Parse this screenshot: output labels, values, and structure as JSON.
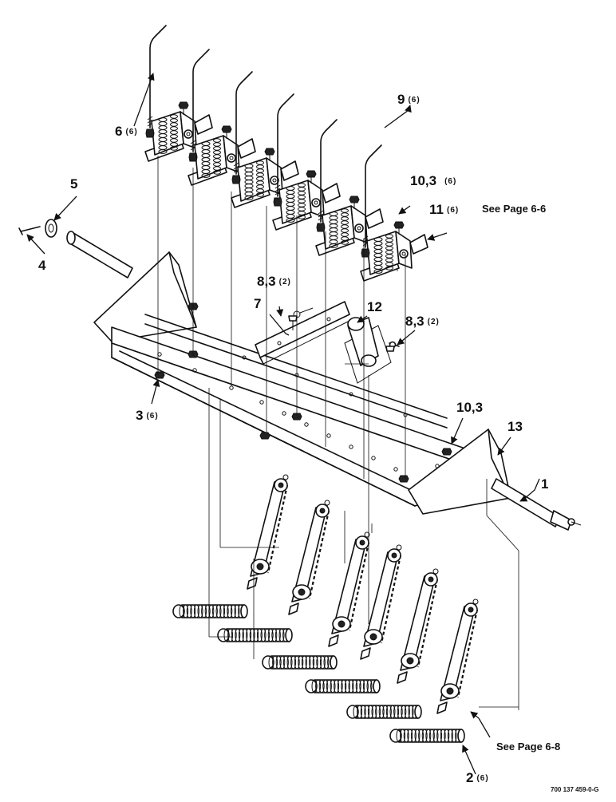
{
  "callouts": {
    "c1": {
      "num": "1",
      "qty": ""
    },
    "c2": {
      "num": "2",
      "qty": "(6)"
    },
    "c3": {
      "num": "3",
      "qty": "(6)"
    },
    "c4": {
      "num": "4",
      "qty": ""
    },
    "c5": {
      "num": "5",
      "qty": ""
    },
    "c6": {
      "num": "6",
      "qty": "(6)"
    },
    "c7": {
      "num": "7",
      "qty": ""
    },
    "c8a": {
      "num": "8,3",
      "qty": "(2)"
    },
    "c8b": {
      "num": "8,3",
      "qty": "(2)"
    },
    "c9": {
      "num": "9",
      "qty": "(6)"
    },
    "c10a": {
      "num": "10,3",
      "qty": "(6)"
    },
    "c10b": {
      "num": "10,3",
      "qty": ""
    },
    "c11": {
      "num": "11",
      "qty": "(6)"
    },
    "c12": {
      "num": "12",
      "qty": ""
    },
    "c13": {
      "num": "13",
      "qty": ""
    }
  },
  "references": {
    "see_6_6": "See Page 6-6",
    "see_6_8": "See Page 6-8"
  },
  "drawing_number": "700 137 459-0-G"
}
